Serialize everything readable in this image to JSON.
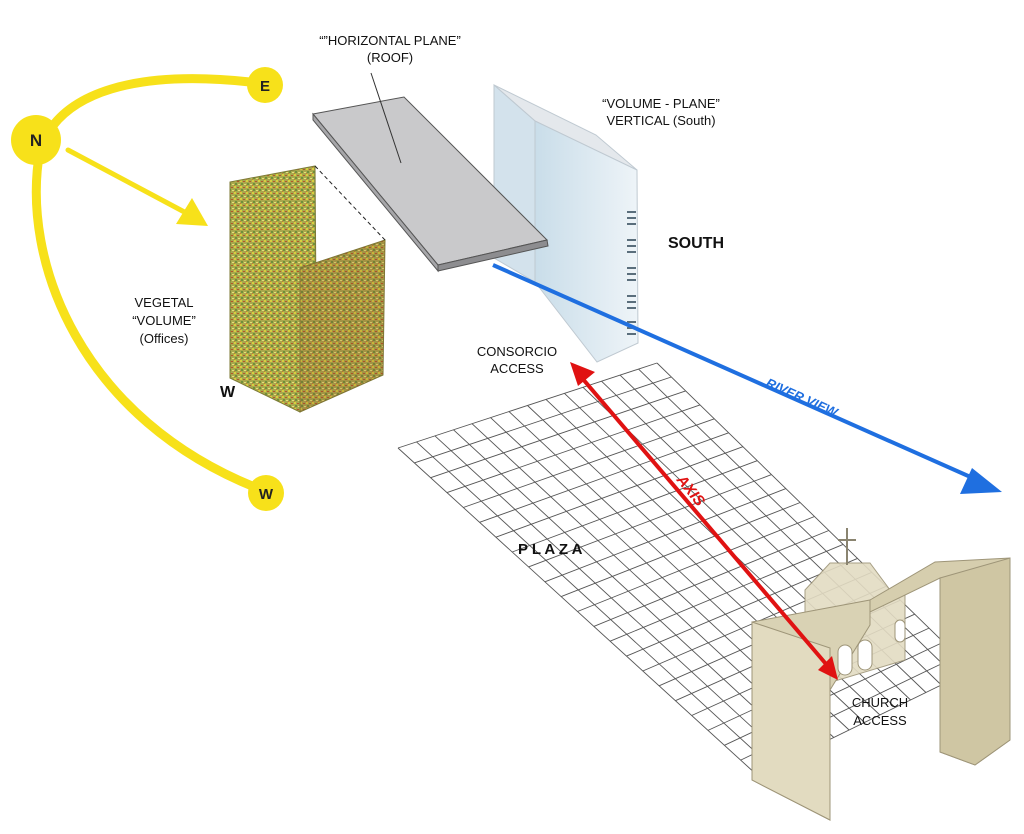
{
  "colors": {
    "sun_path": "#f7e11a",
    "river": "#1f6fe0",
    "axis": "#e01212",
    "volume_plane": "#dce9f2",
    "roof": "#c9c9cb",
    "church": "#d9d2b4",
    "vegetal_base": "#a5a84a",
    "grid_line": "#555555"
  },
  "icons": [
    "north-marker-icon",
    "east-marker-icon",
    "west-marker-icon",
    "arrow-head-icon",
    "cross-icon"
  ],
  "markers": {
    "north": "N",
    "east": "E",
    "west": "W"
  },
  "labels": {
    "roof_title": "“”HORIZONTAL PLANE”",
    "roof_sub": "(ROOF)",
    "volume_plane_title": "“VOLUME - PLANE”",
    "volume_plane_sub": "VERTICAL (South)",
    "south": "SOUTH",
    "vegetal_1": "VEGETAL",
    "vegetal_2": "“VOLUME”",
    "vegetal_3": "(Offices)",
    "west_side": "W",
    "consorcio_1": "CONSORCIO",
    "consorcio_2": "ACCESS",
    "river_view": "RIVER VIEW",
    "axis": "AXIS",
    "plaza": "P L A Z A",
    "church_1": "CHURCH",
    "church_2": "ACCESS"
  }
}
